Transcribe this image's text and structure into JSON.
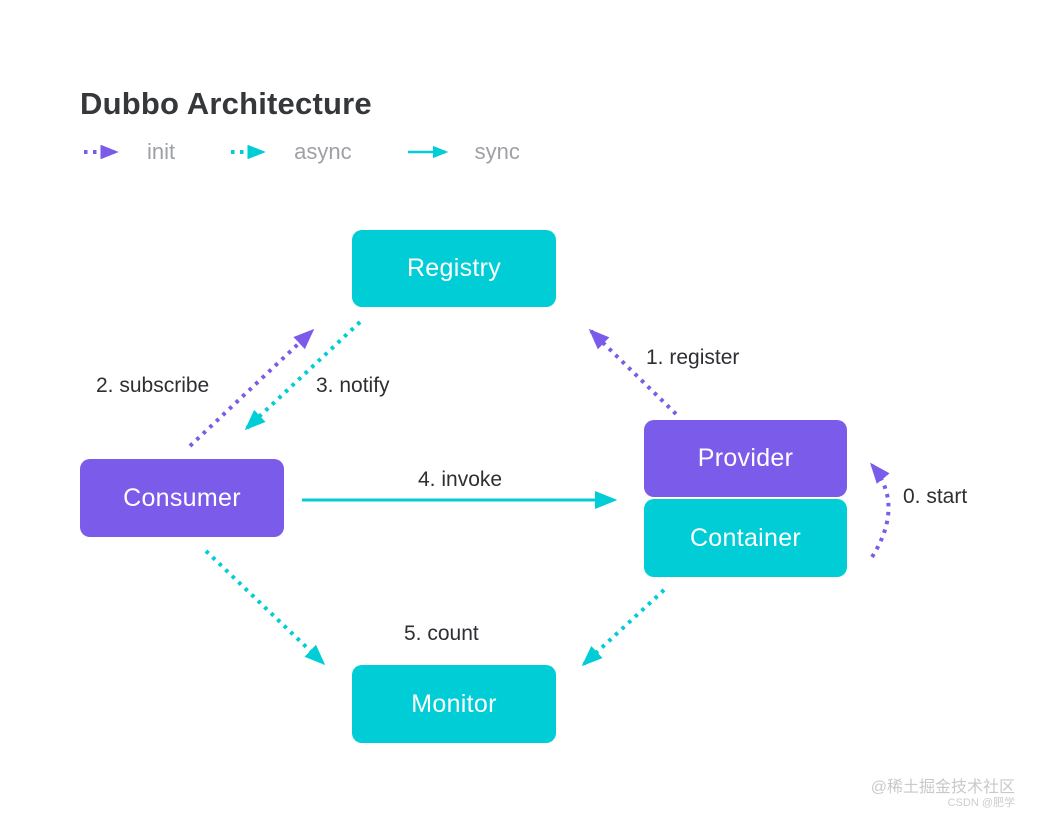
{
  "title": "Dubbo Architecture",
  "legend": [
    {
      "id": "init",
      "label": "init",
      "style": "dotted",
      "color": "#7b5be9"
    },
    {
      "id": "async",
      "label": "async",
      "style": "dotted",
      "color": "#00cdd6"
    },
    {
      "id": "sync",
      "label": "sync",
      "style": "solid",
      "color": "#00cdd6"
    }
  ],
  "nodes": {
    "registry": {
      "label": "Registry",
      "color": "#00cdd6"
    },
    "consumer": {
      "label": "Consumer",
      "color": "#7b5be9"
    },
    "provider": {
      "label": "Provider",
      "color": "#7b5be9"
    },
    "container": {
      "label": "Container",
      "color": "#00cdd6"
    },
    "monitor": {
      "label": "Monitor",
      "color": "#00cdd6"
    }
  },
  "edges": {
    "start": {
      "label": "0. start",
      "type": "init",
      "from": "container",
      "to": "provider"
    },
    "register": {
      "label": "1. register",
      "type": "init",
      "from": "provider",
      "to": "registry"
    },
    "subscribe": {
      "label": "2. subscribe",
      "type": "init",
      "from": "consumer",
      "to": "registry"
    },
    "notify": {
      "label": "3. notify",
      "type": "async",
      "from": "registry",
      "to": "consumer"
    },
    "invoke": {
      "label": "4. invoke",
      "type": "sync",
      "from": "consumer",
      "to": "container"
    },
    "count": {
      "label": "5. count",
      "type": "async",
      "from": "consumer+container",
      "to": "monitor"
    }
  },
  "watermark": {
    "line1": "@稀土掘金技术社区",
    "line2": "CSDN @肥学"
  },
  "colors": {
    "purple": "#7b5be9",
    "teal": "#00cdd6",
    "label_text": "#2e2f33",
    "legend_text": "#9ea0a5",
    "title_text": "#36373b",
    "watermark_text": "#c7c9cc"
  }
}
